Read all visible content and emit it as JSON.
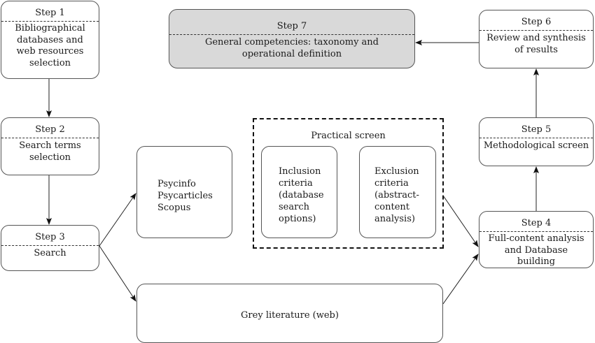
{
  "diagram": {
    "steps": [
      {
        "id": "step1",
        "title": "Step 1",
        "body": "Bibliographical databases and web resources selection"
      },
      {
        "id": "step2",
        "title": "Step 2",
        "body": "Search terms selection"
      },
      {
        "id": "step3",
        "title": "Step 3",
        "body": "Search"
      },
      {
        "id": "step4",
        "title": "Step 4",
        "body": "Full-content analysis and Database building"
      },
      {
        "id": "step5",
        "title": "Step 5",
        "body": "Methodological screen"
      },
      {
        "id": "step6",
        "title": "Step 6",
        "body": "Review and synthesis of results"
      },
      {
        "id": "step7",
        "title": "Step 7",
        "body": "General competencies: taxonomy and operational definition",
        "fill": "#d9d9d9"
      }
    ],
    "databases": {
      "lines": [
        "Psycinfo",
        "Psycarticles",
        "Scopus"
      ]
    },
    "grey_literature": "Grey literature (web)",
    "practical_screen": {
      "title": "Practical screen",
      "inclusion": "Inclusion criteria (database search options)",
      "exclusion": "Exclusion criteria (abstract-content analysis)"
    },
    "edges": [
      {
        "from": "step1",
        "to": "step2"
      },
      {
        "from": "step2",
        "to": "step3"
      },
      {
        "from": "step3",
        "to": "databases"
      },
      {
        "from": "step3",
        "to": "grey_literature"
      },
      {
        "from": "practical_screen",
        "to": "step4"
      },
      {
        "from": "grey_literature",
        "to": "step4"
      },
      {
        "from": "step4",
        "to": "step5"
      },
      {
        "from": "step5",
        "to": "step6"
      },
      {
        "from": "step6",
        "to": "step7"
      }
    ]
  }
}
